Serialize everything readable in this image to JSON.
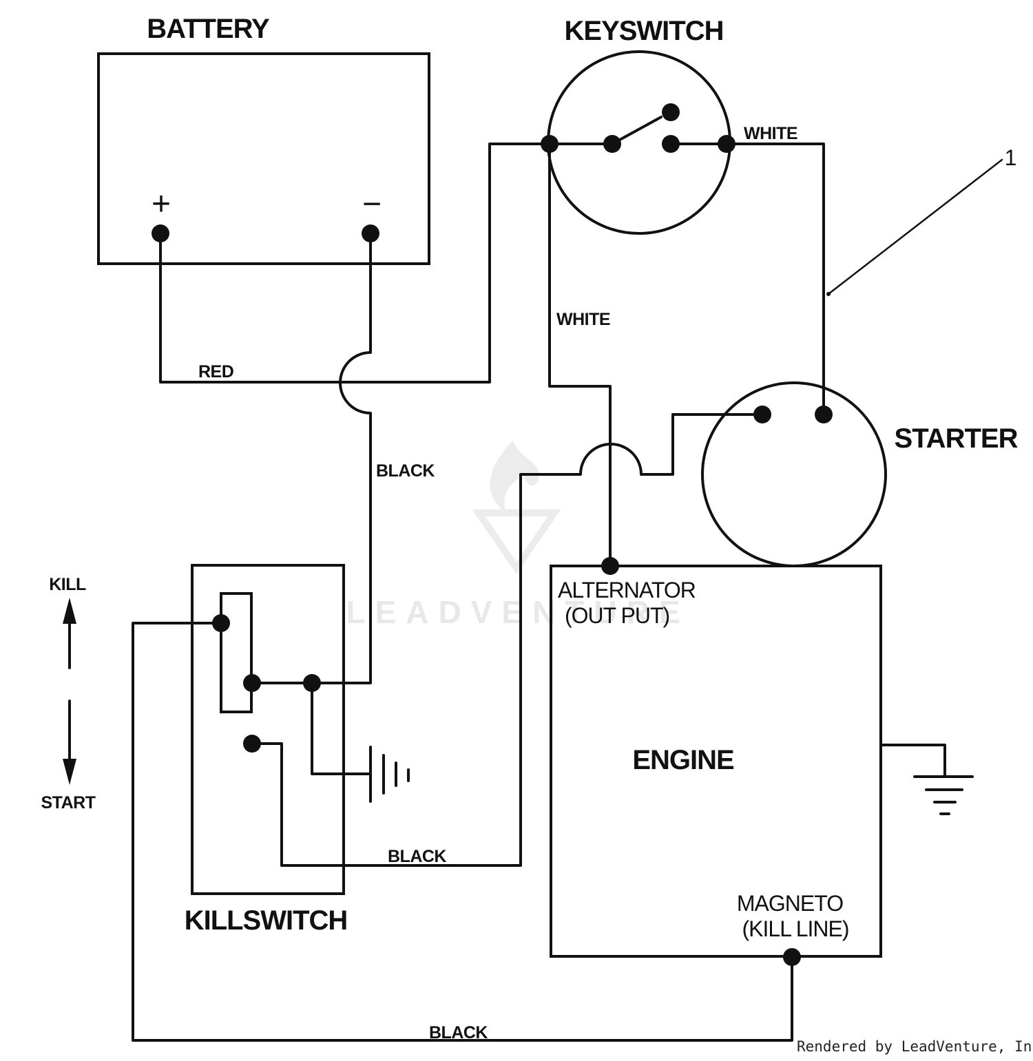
{
  "components": {
    "battery": "BATTERY",
    "battery_positive": "+",
    "battery_negative": "−",
    "keyswitch": "KEYSWITCH",
    "starter": "STARTER",
    "killswitch": "KILLSWITCH",
    "engine": "ENGINE",
    "alternator": "ALTERNATOR",
    "alternator_sub": "(OUT PUT)",
    "magneto": "MAGNETO",
    "magneto_sub": "(KILL LINE)",
    "callout": "1"
  },
  "wires": {
    "red": "RED",
    "black_vertical": "BLACK",
    "white_keyswitch_right": "WHITE",
    "white_vertical": "WHITE",
    "black_killswitch": "BLACK",
    "black_bottom": "BLACK"
  },
  "direction": {
    "kill": "KILL",
    "start": "START"
  },
  "watermark": "LEADVENTURE",
  "credit": "Rendered by LeadVenture, Inc."
}
